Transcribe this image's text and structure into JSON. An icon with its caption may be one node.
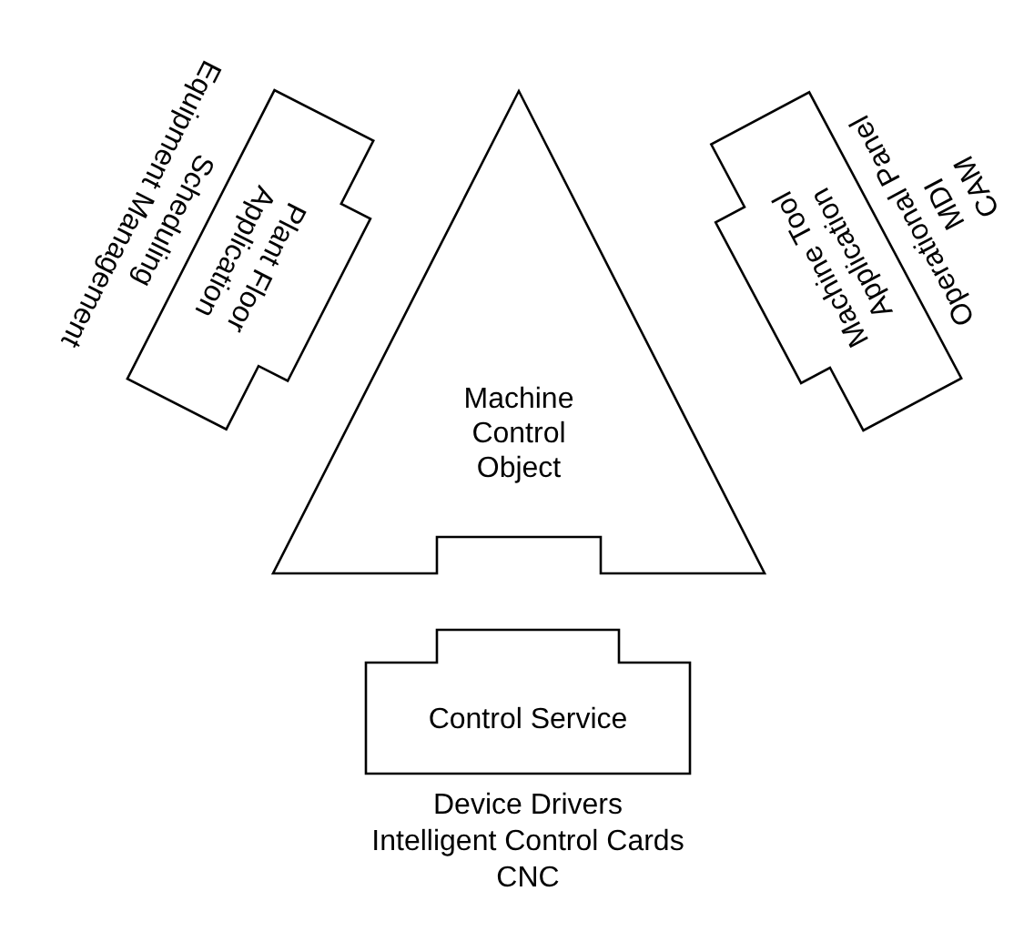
{
  "diagram": {
    "nodes": [
      {
        "text": [
          "Plant Floor Application"
        ],
        "beside": [
          "Scheduling",
          "Equipment Management"
        ]
      },
      {
        "text": [
          "Machine Tool Application"
        ],
        "beside": [
          "Operational Panel",
          "MDI",
          "CAM"
        ]
      },
      {
        "text": [
          "Machine Control Object"
        ]
      },
      {
        "text": [
          "Control Service"
        ],
        "beside": [
          "Device Drivers",
          "Intelligent Control Cards",
          "CNC"
        ]
      }
    ]
  }
}
